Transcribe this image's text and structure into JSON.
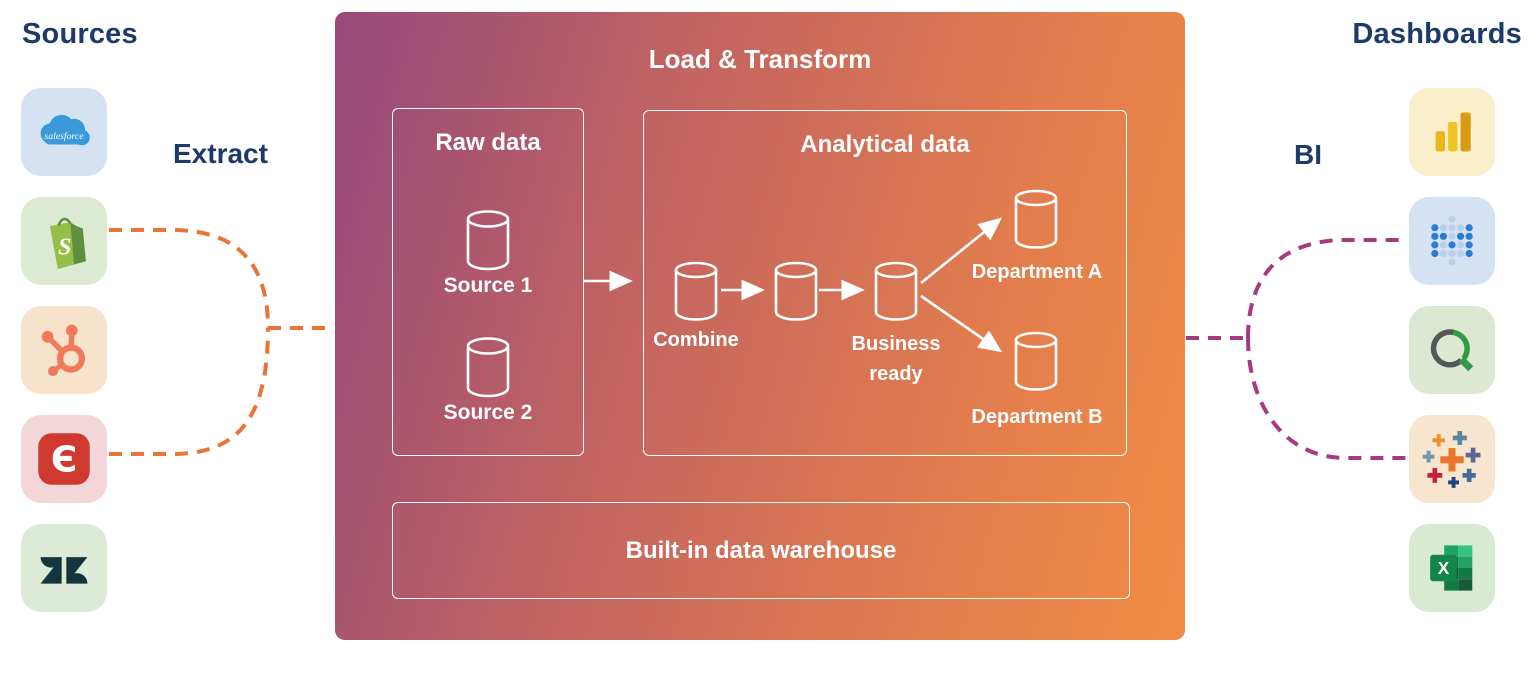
{
  "headers": {
    "sources": "Sources",
    "dashboards": "Dashboards"
  },
  "stage_labels": {
    "extract": "Extract",
    "bi": "BI"
  },
  "sources": {
    "items": [
      {
        "icon": "salesforce",
        "name": "Salesforce"
      },
      {
        "icon": "shopify",
        "name": "Shopify"
      },
      {
        "icon": "hubspot",
        "name": "HubSpot"
      },
      {
        "icon": "eventbrite",
        "name": "Eventbrite"
      },
      {
        "icon": "zendesk",
        "name": "Zendesk"
      }
    ]
  },
  "dashboards": {
    "items": [
      {
        "icon": "power-bi",
        "name": "Power BI"
      },
      {
        "icon": "metabase",
        "name": "Metabase"
      },
      {
        "icon": "qlik",
        "name": "Qlik"
      },
      {
        "icon": "tableau",
        "name": "Tableau"
      },
      {
        "icon": "excel",
        "name": "Excel"
      }
    ]
  },
  "icon_glyphs": {
    "salesforce_text": "salesforce",
    "shopify_letter": "S",
    "eventbrite_letter": "Є",
    "excel_letter": "X"
  },
  "pipeline": {
    "title": "Load & Transform",
    "raw": {
      "title": "Raw data",
      "source1": "Source 1",
      "source2": "Source 2"
    },
    "analytical": {
      "title": "Analytical data",
      "combine": "Combine",
      "business_ready": "Business ready",
      "department_a": "Department A",
      "department_b": "Department B"
    },
    "warehouse": {
      "title": "Built-in data warehouse"
    }
  },
  "colors": {
    "heading_navy": "#1E3A68",
    "extract_dash_orange": "#E97437",
    "bi_dash_purple": "#A83981",
    "gradient_start": "#96497B",
    "gradient_end": "#F18C45",
    "diagram_stroke": "#FFFFFF"
  }
}
